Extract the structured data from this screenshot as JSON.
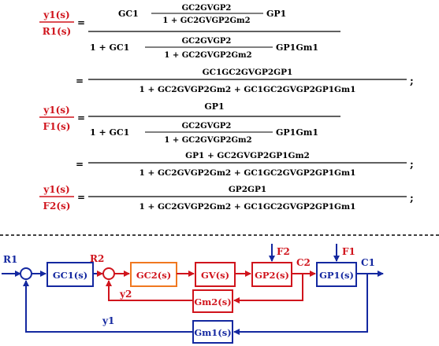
{
  "equations": {
    "eq1": {
      "lhs_num": "y1(s)",
      "lhs_den": "R1(s)",
      "num_pre": "GC1",
      "num_inner_num": "GC2GVGP2",
      "num_inner_den": "1 + GC2GVGP2Gm2",
      "num_post": "GP1",
      "den_pre": "1 + GC1",
      "den_inner_num": "GC2GVGP2",
      "den_inner_den": "1 + GC2GVGP2Gm2",
      "den_post": "GP1Gm1",
      "simp_num": "GC1GC2GVGP2GP1",
      "simp_den": "1 + GC2GVGP2Gm2 + GC1GC2GVGP2GP1Gm1"
    },
    "eq2": {
      "lhs_num": "y1(s)",
      "lhs_den": "F1(s)",
      "num": "GP1",
      "den_pre": "1 + GC1",
      "den_inner_num": "GC2GVGP2",
      "den_inner_den": "1 + GC2GVGP2Gm2",
      "den_post": "GP1Gm1",
      "simp_num": "GP1 + GC2GVGP2GP1Gm2",
      "simp_den": "1 + GC2GVGP2Gm2 + GC1GC2GVGP2GP1Gm1"
    },
    "eq3": {
      "lhs_num": "y1(s)",
      "lhs_den": "F2(s)",
      "num": "GP2GP1",
      "den": "1 + GC2GVGP2Gm2 + GC1GC2GVGP2GP1Gm1"
    },
    "equals": "=",
    "semicolon": ";"
  },
  "diagram": {
    "signals": {
      "r1": "R1",
      "r2": "R2",
      "c1": "C1",
      "c2": "C2",
      "f1": "F1",
      "f2": "F2",
      "y1": "y1",
      "y2": "y2",
      "minus": "-"
    },
    "blocks": {
      "gc1": "GC1(s)",
      "gc2": "GC2(s)",
      "gv": "GV(s)",
      "gp2": "GP2(s)",
      "gp1": "GP1(s)",
      "gm2": "Gm2(s)",
      "gm1": "Gm1(s)"
    },
    "colors": {
      "outer": "#1428a0",
      "inner": "#d0141c",
      "controller2": "#f07820",
      "text": "#000000"
    }
  }
}
